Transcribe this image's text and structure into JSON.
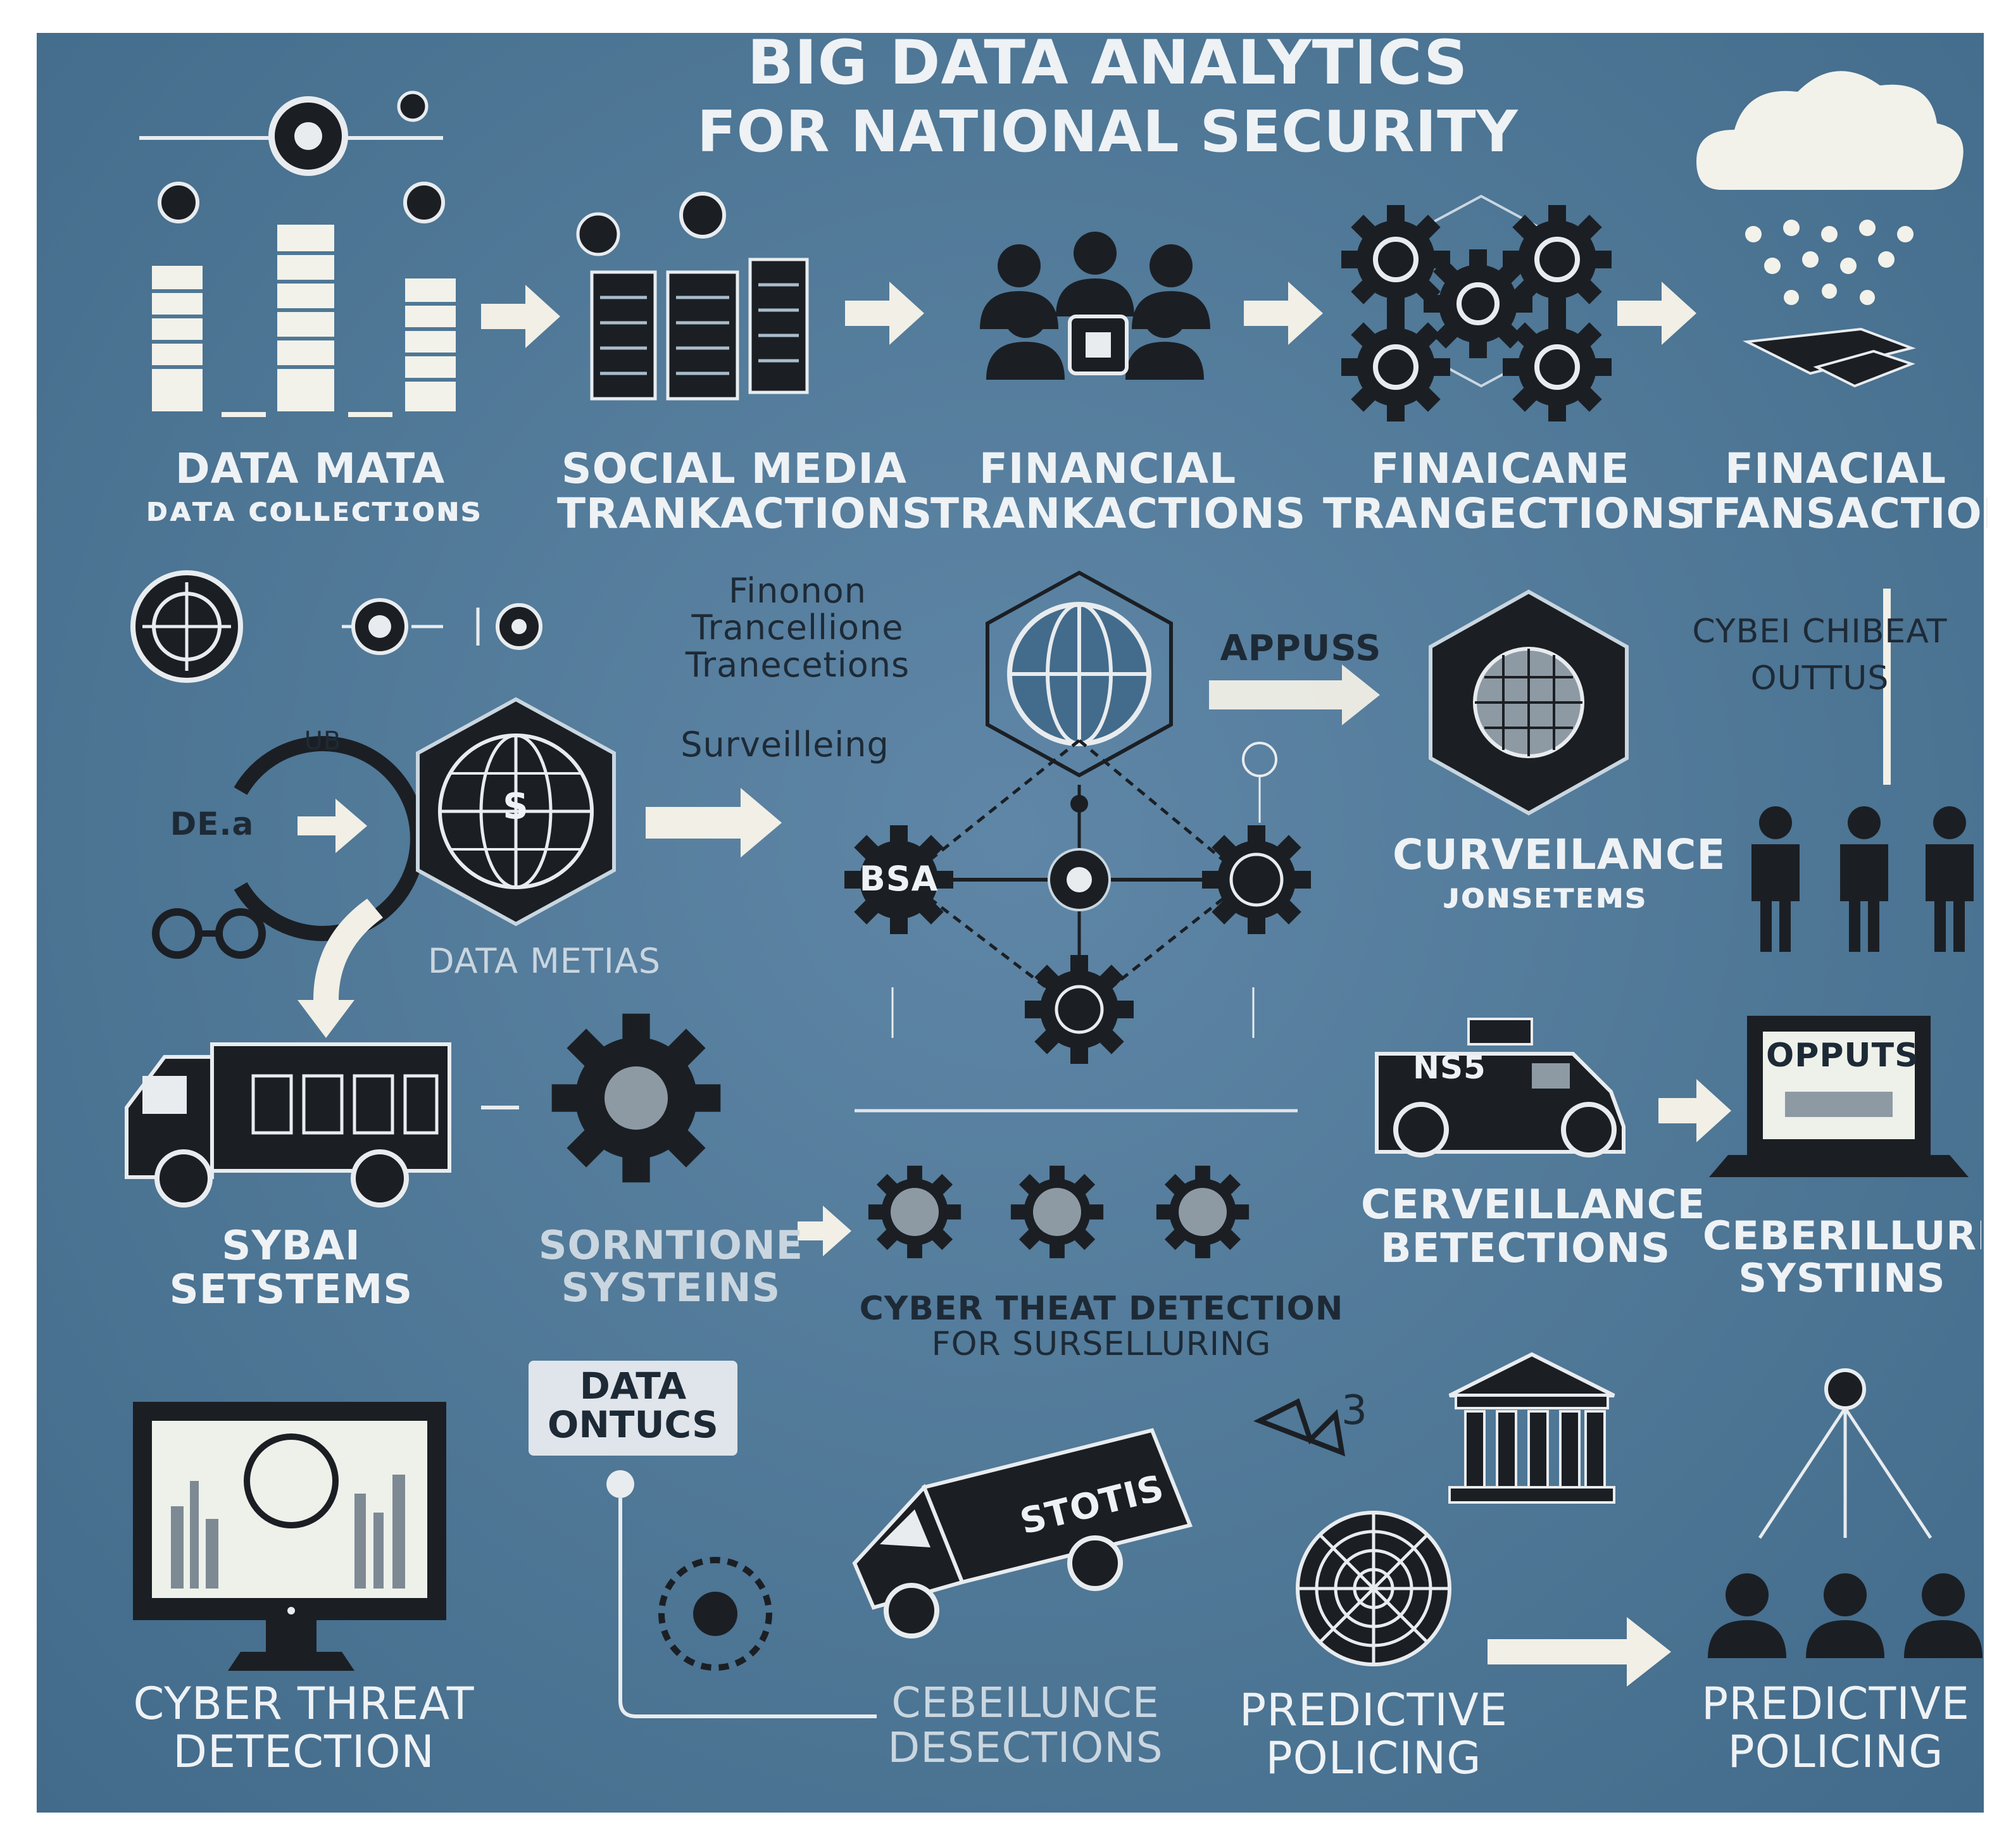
{
  "title": {
    "line1": "BIG DATA ANALYTICS",
    "line2": "FOR NATIONAL SECURITY"
  },
  "colors": {
    "background": "#4f7796",
    "ink": "#1b1f24",
    "light": "#eef2f5",
    "arrow": "#f1efe6"
  },
  "row1": [
    {
      "l1": "DATA MATA",
      "l2": "ᴅᴀᴛᴀ ᴄᴏʟʟᴇᴄᴛɪᴏɴs",
      "icon": "database-bars-icon"
    },
    {
      "l1": "SOCIAL MEDIA",
      "l2": "TRANKACTIONS",
      "icon": "server-racks-icon"
    },
    {
      "l1": "FINANCIAL",
      "l2": "TRANKACTIONS",
      "icon": "people-group-icon"
    },
    {
      "l1": "FINAICANE",
      "l2": "TRANGECTIONS",
      "icon": "network-gears-icon"
    },
    {
      "l1": "FINACIAL",
      "l2": "TFANSACTION",
      "icon": "cloud-rain-icon"
    }
  ],
  "middle": {
    "finance_note": [
      "Finonon",
      "Trancellione",
      "Tranecetions"
    ],
    "surveilling": "Surveilleing",
    "appuss": "APPUSS",
    "cyber_note": [
      "CYBEI CHIBEAT",
      "OUTTUS"
    ],
    "gear_center": "BSA",
    "hex_left": "S",
    "curveilance": [
      "CURVEILANCE",
      "ᴊᴏɴsᴇᴛᴇᴍs"
    ],
    "data_metias": "DATA METIAS",
    "left_circle": "DE.a",
    "left_small": "UB"
  },
  "row3": {
    "sybai": [
      "SYBAI",
      "SETSTEMS"
    ],
    "sorntione": [
      "SORNTIONE",
      "SYSTEINS"
    ],
    "cyber_threat": [
      "CYBER THEAT DETECTION",
      "FOR SURSELLURING"
    ],
    "van_label": "NS5",
    "cerveillance": [
      "CERVEILLANCE",
      "BETECTIONS"
    ],
    "laptop_label": "OPPUTS",
    "ceberillurit": [
      "CEBERILLURIT",
      "SYSTIINS"
    ]
  },
  "row4": {
    "data_ontucs": [
      "DATA",
      "ONTUCS"
    ],
    "truck_label": "STOTIS",
    "cyber_threat": [
      "CYBER THREAT",
      "DETECTION"
    ],
    "cebeilunce": [
      "CEBEILUNCE",
      "DESECTIONS"
    ],
    "predictive1": [
      "PREDICTIVE",
      "POLICING"
    ],
    "predictive2": [
      "PREDICTIVE",
      "POLICING"
    ],
    "small_mark": "3"
  }
}
